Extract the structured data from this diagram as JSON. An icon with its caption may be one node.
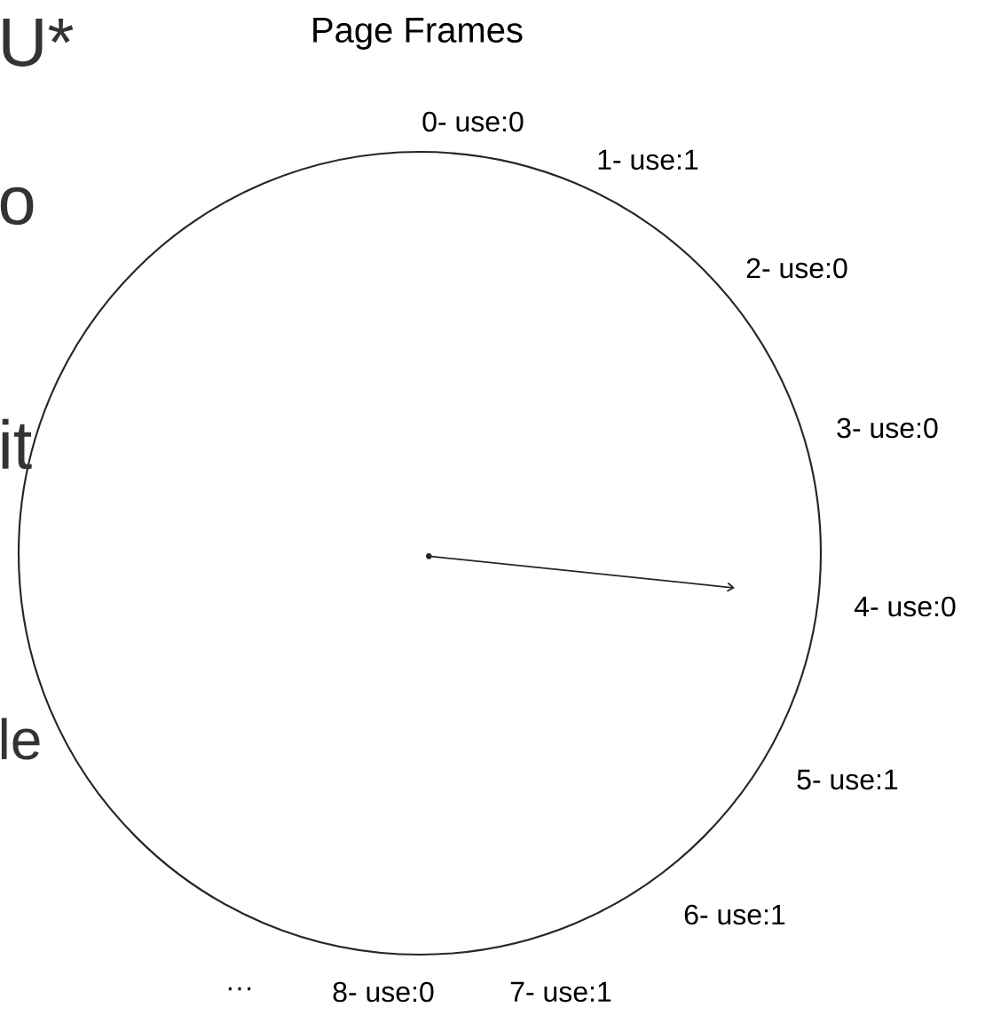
{
  "diagram": {
    "title": "Page Frames",
    "labels": [
      "U*",
      "0- use:0",
      "1- use:1",
      "o",
      "2- use:0",
      "3- use:0",
      "it",
      "4- use:0",
      "le",
      "5- use:1",
      "6- use:1",
      "···",
      "8- use:0",
      "7- use:1"
    ]
  }
}
